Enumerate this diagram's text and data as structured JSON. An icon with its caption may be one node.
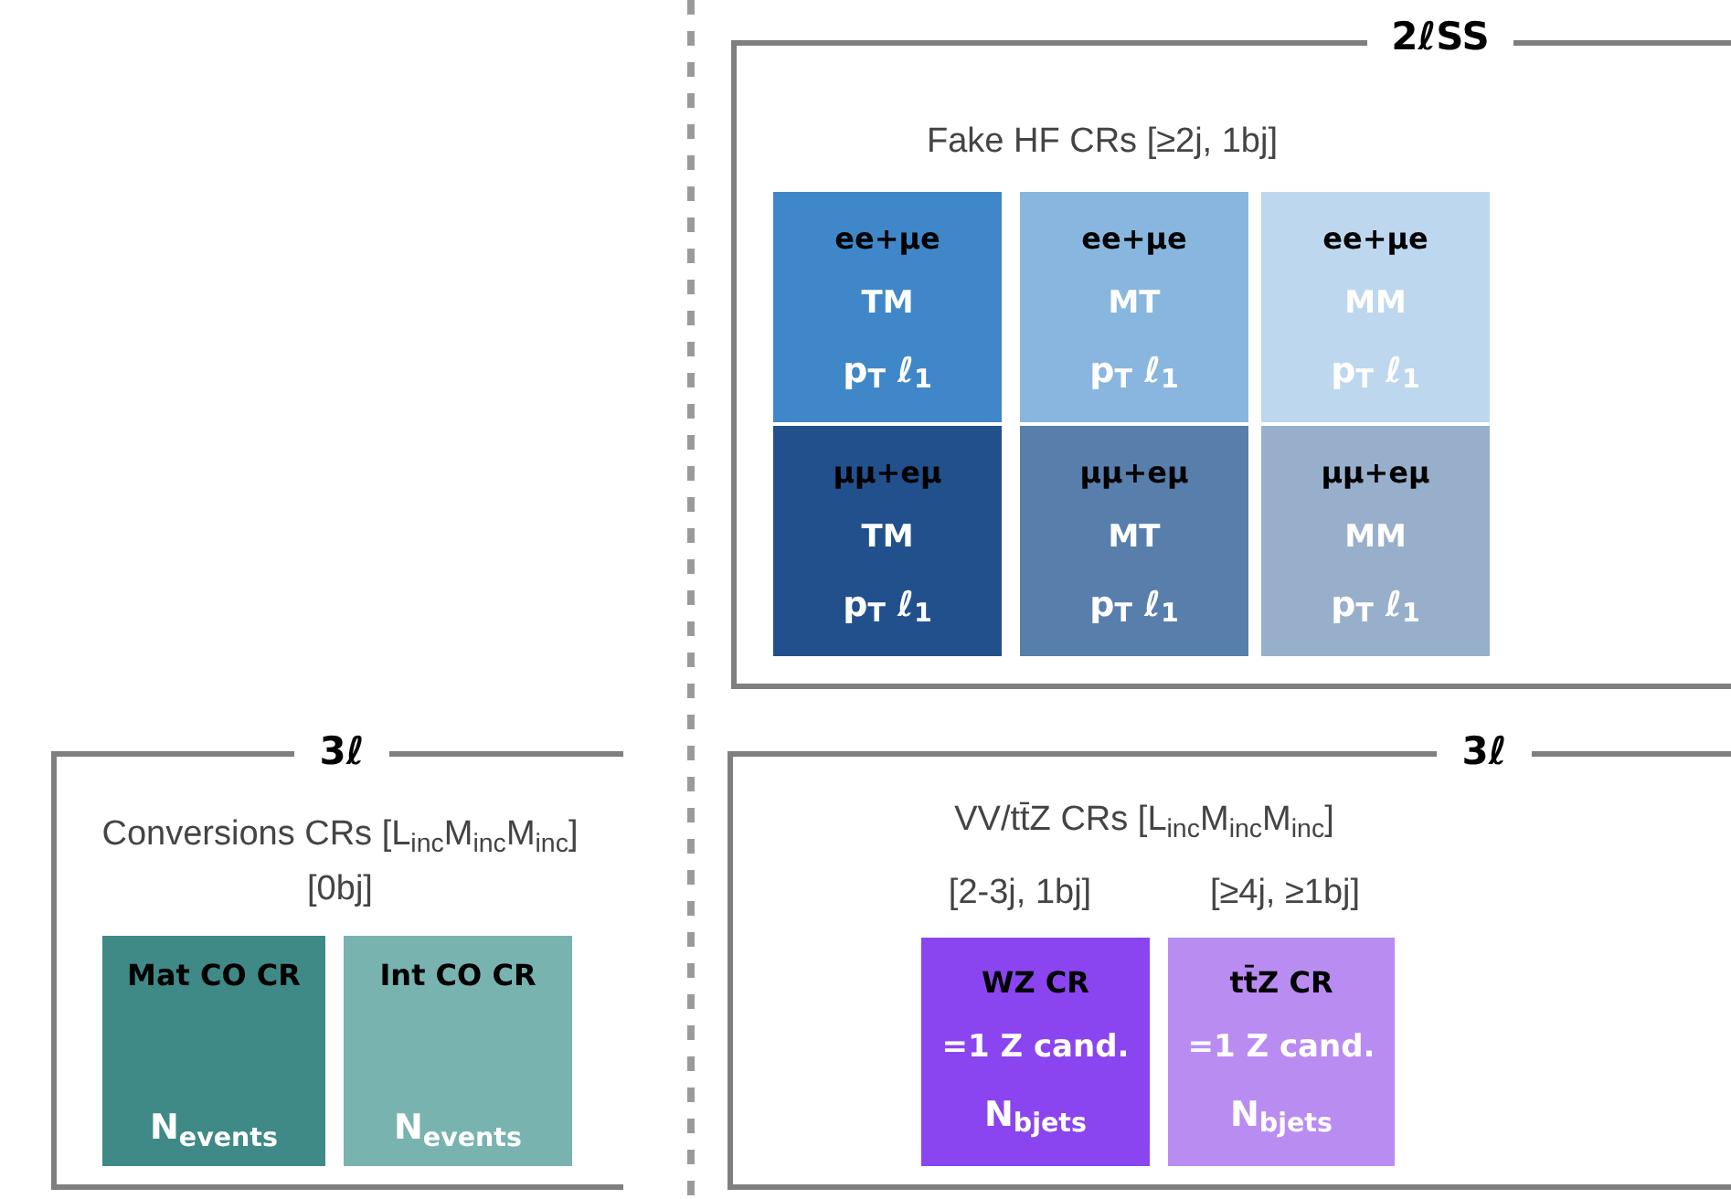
{
  "diagram": {
    "nodes": [
      {
        "text": [
          "2ℓSS",
          "Fake HF CRs [≥2j, 1bj]"
        ]
      },
      {
        "text": [
          "ee+μe",
          "TM",
          "p$_{T}$ ℓ$_{1}$"
        ],
        "in": 0
      },
      {
        "text": [
          "ee+μe",
          "MT",
          "p$_{T}$ ℓ$_{1}$"
        ],
        "in": 0
      },
      {
        "text": [
          "ee+μe",
          "MM",
          "p$_{T}$ ℓ$_{1}$"
        ],
        "in": 0
      },
      {
        "text": [
          "μμ+eμ",
          "TM",
          "p$_{T}$ ℓ$_{1}$"
        ],
        "in": 0
      },
      {
        "text": [
          "μμ+eμ",
          "MT",
          "p$_{T}$ ℓ$_{1}$"
        ],
        "in": 0
      },
      {
        "text": [
          "μμ+eμ",
          "MM",
          "p$_{T}$ ℓ$_{1}$"
        ],
        "in": 0
      },
      {
        "text": [
          "3ℓ",
          "Conversions CRs [L$_{inc}$M$_{inc}$M$_{inc}$] [0bj]"
        ]
      },
      {
        "text": [
          "Mat CO CR",
          "N$_{events}$"
        ],
        "in": 7
      },
      {
        "text": [
          "Int CO CR",
          "N$_{events}$"
        ],
        "in": 7
      },
      {
        "text": [
          "3ℓ",
          "VV/tt̄Z CRs [L$_{inc}$M$_{inc}$M$_{inc}$]",
          "[2-3j, 1bj]",
          "[≥4j, ≥1bj]"
        ]
      },
      {
        "text": [
          "WZ CR",
          "=1 Z cand.",
          "N$_{bjets}$"
        ],
        "in": 10
      },
      {
        "text": [
          "tt̄Z CR",
          "=1 Z cand.",
          "N$_{bjets}$"
        ],
        "in": 10
      }
    ]
  }
}
